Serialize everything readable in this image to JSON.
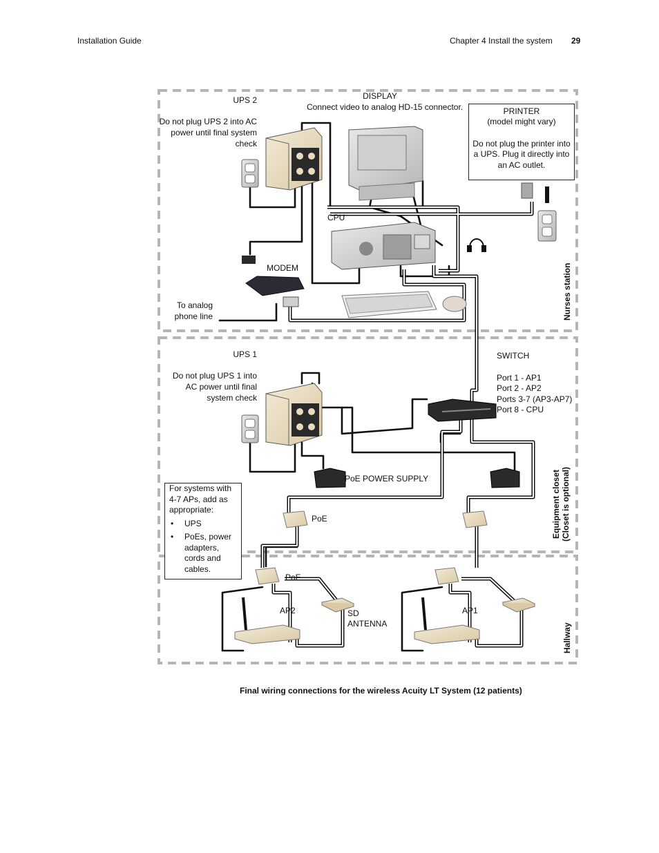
{
  "header": {
    "left": "Installation Guide",
    "chapter": "Chapter 4   Install the system",
    "page_number": "29"
  },
  "zones": {
    "nurses_station": "Nurses station",
    "equipment_closet_1": "Equipment closet",
    "equipment_closet_2": "(Closet is optional)",
    "hallway": "Hallway"
  },
  "labels": {
    "ups2_title": "UPS 2",
    "ups2_note": [
      "Do not plug UPS 2 into AC",
      "power until final system",
      "check"
    ],
    "display_title": "DISPLAY",
    "display_note": "Connect video to analog HD-15 connector.",
    "printer_title": "PRINTER",
    "printer_sub": "(model might vary)",
    "printer_note": [
      "Do not plug the printer into",
      "a UPS. Plug it directly into",
      "an AC outlet."
    ],
    "cpu": "CPU",
    "modem": "MODEM",
    "phone_line": [
      "To analog",
      "phone line"
    ],
    "ups1_title": "UPS 1",
    "ups1_note": [
      "Do not plug UPS 1 into",
      "AC power until final",
      "system check"
    ],
    "switch_title": "SWITCH",
    "switch_ports": [
      "Port 1 - AP1",
      "Port 2 - AP2",
      "Ports 3-7 (AP3-AP7)",
      "Port 8 - CPU"
    ],
    "poe_power_supply": "PoE POWER SUPPLY",
    "poe_closet": "PoE",
    "poe_hallway": "PoE",
    "ap2": "AP2",
    "ap1": "AP1",
    "sd_antenna": [
      "SD",
      "ANTENNA"
    ]
  },
  "note_box": {
    "intro": [
      "For systems with",
      "4-7 APs, add as",
      "appropriate:"
    ],
    "items": [
      "UPS",
      "PoEs, power adapters, cords and cables."
    ]
  },
  "caption": "Final wiring connections for the wireless Acuity LT System (12 patients)",
  "colors": {
    "cable": "#111111",
    "device_beige": "#e8dcc0",
    "device_dark": "#2a2a2a",
    "dash": "#b5b5b5"
  }
}
